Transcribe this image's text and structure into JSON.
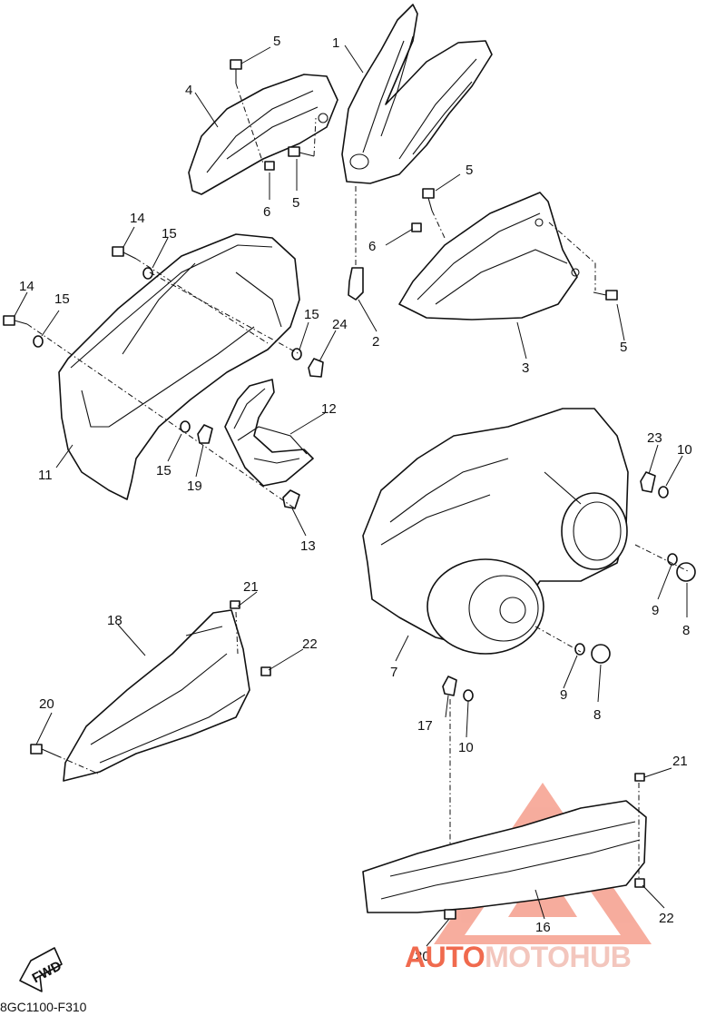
{
  "diagram": {
    "drawing_code": "8GC1100-F310",
    "fwd_label": "FWD",
    "watermark": {
      "part1": "AUTO",
      "part2": "MOTO",
      "part3": "HUB"
    },
    "callouts": [
      {
        "id": "c1",
        "text": "1"
      },
      {
        "id": "c2",
        "text": "2"
      },
      {
        "id": "c3",
        "text": "3"
      },
      {
        "id": "c4",
        "text": "4"
      },
      {
        "id": "c5a",
        "text": "5"
      },
      {
        "id": "c5b",
        "text": "5"
      },
      {
        "id": "c5c",
        "text": "5"
      },
      {
        "id": "c5d",
        "text": "5"
      },
      {
        "id": "c6a",
        "text": "6"
      },
      {
        "id": "c6b",
        "text": "6"
      },
      {
        "id": "c7",
        "text": "7"
      },
      {
        "id": "c8a",
        "text": "8"
      },
      {
        "id": "c8b",
        "text": "8"
      },
      {
        "id": "c9a",
        "text": "9"
      },
      {
        "id": "c9b",
        "text": "9"
      },
      {
        "id": "c10a",
        "text": "10"
      },
      {
        "id": "c10b",
        "text": "10"
      },
      {
        "id": "c11",
        "text": "11"
      },
      {
        "id": "c12",
        "text": "12"
      },
      {
        "id": "c13",
        "text": "13"
      },
      {
        "id": "c14a",
        "text": "14"
      },
      {
        "id": "c14b",
        "text": "14"
      },
      {
        "id": "c15a",
        "text": "15"
      },
      {
        "id": "c15b",
        "text": "15"
      },
      {
        "id": "c15c",
        "text": "15"
      },
      {
        "id": "c15d",
        "text": "15"
      },
      {
        "id": "c16",
        "text": "16"
      },
      {
        "id": "c17",
        "text": "17"
      },
      {
        "id": "c18",
        "text": "18"
      },
      {
        "id": "c19",
        "text": "19"
      },
      {
        "id": "c20a",
        "text": "20"
      },
      {
        "id": "c20b",
        "text": "20"
      },
      {
        "id": "c21a",
        "text": "21"
      },
      {
        "id": "c21b",
        "text": "21"
      },
      {
        "id": "c22a",
        "text": "22"
      },
      {
        "id": "c22b",
        "text": "22"
      },
      {
        "id": "c23",
        "text": "23"
      },
      {
        "id": "c24",
        "text": "24"
      }
    ]
  }
}
